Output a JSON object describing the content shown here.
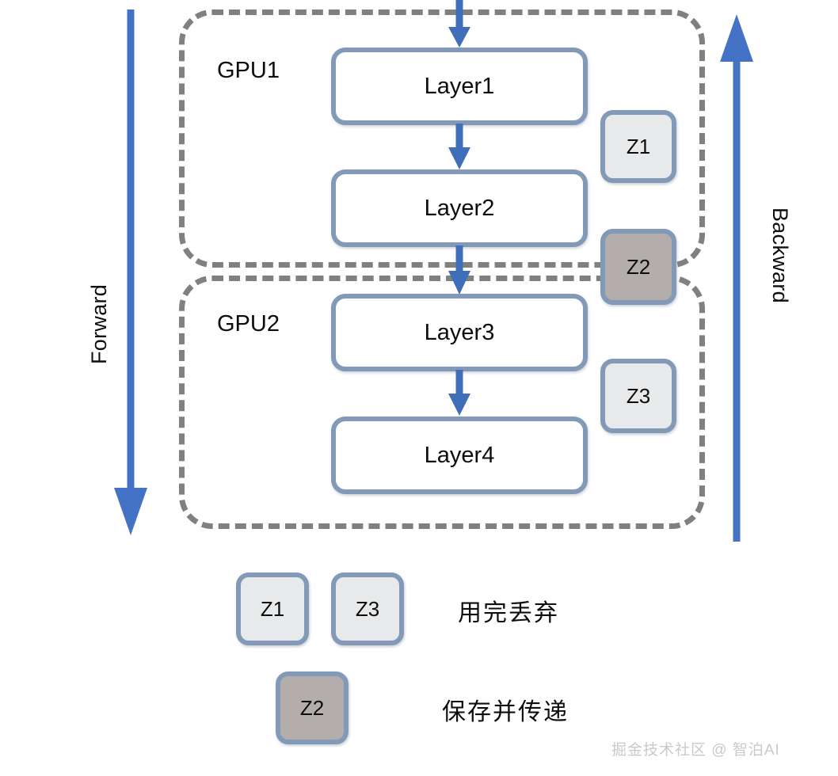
{
  "diagram": {
    "title": "GPU pipeline parallelism activation passing diagram",
    "colors": {
      "arrow_blue": "#4472c4",
      "connector_blue": "#3e6fb8",
      "box_border": "#8399b8",
      "dashed_gray": "#808080",
      "z_light_fill": "#e8e9ea",
      "z_dark_fill": "#b3aeab",
      "text": "#0d0d0d",
      "watermark": "#c9c9c9"
    },
    "axes": [
      {
        "id": "forward",
        "label": "Forward",
        "direction": "down"
      },
      {
        "id": "backward",
        "label": "Backward",
        "direction": "up"
      }
    ],
    "gpus": [
      {
        "id": "gpu1",
        "label": "GPU1"
      },
      {
        "id": "gpu2",
        "label": "GPU2"
      }
    ],
    "layers": [
      {
        "id": "layer1",
        "label": "Layer1",
        "gpu": "GPU1"
      },
      {
        "id": "layer2",
        "label": "Layer2",
        "gpu": "GPU1"
      },
      {
        "id": "layer3",
        "label": "Layer3",
        "gpu": "GPU2"
      },
      {
        "id": "layer4",
        "label": "Layer4",
        "gpu": "GPU2"
      }
    ],
    "activations": [
      {
        "id": "z1",
        "label": "Z1",
        "style": "light",
        "between": "Layer1-Layer2"
      },
      {
        "id": "z2",
        "label": "Z2",
        "style": "dark",
        "between": "Layer2-Layer3"
      },
      {
        "id": "z3",
        "label": "Z3",
        "style": "light",
        "between": "Layer3-Layer4"
      }
    ],
    "legend": [
      {
        "id": "discard",
        "text": "用完丢弃",
        "swatches": [
          {
            "label": "Z1",
            "style": "light"
          },
          {
            "label": "Z3",
            "style": "light"
          }
        ]
      },
      {
        "id": "persist",
        "text": "保存并传递",
        "swatches": [
          {
            "label": "Z2",
            "style": "dark"
          }
        ]
      }
    ],
    "watermark": "掘金技术社区 @ 智泊AI"
  }
}
